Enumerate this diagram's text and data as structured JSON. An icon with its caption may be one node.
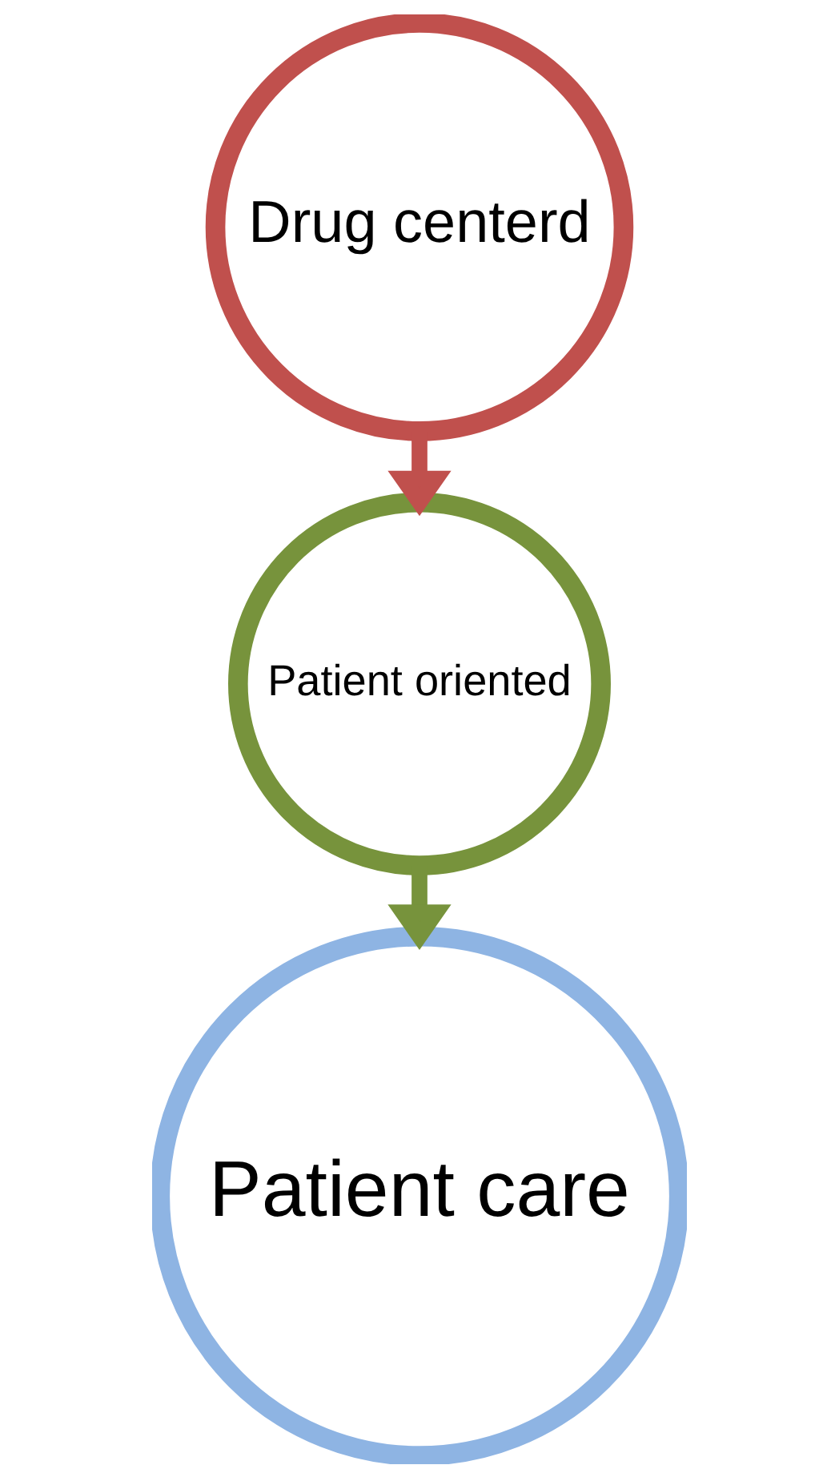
{
  "diagram": {
    "nodes": [
      {
        "text": [
          "Drug centerd"
        ]
      },
      {
        "text": [
          "Patient oriented"
        ]
      },
      {
        "text": [
          "Patient care"
        ]
      }
    ],
    "edges": [
      {
        "from": 0,
        "to": 1,
        "arrow": "to",
        "color": "#c0504d"
      },
      {
        "from": 1,
        "to": 2,
        "arrow": "to",
        "color": "#77933c"
      }
    ]
  }
}
